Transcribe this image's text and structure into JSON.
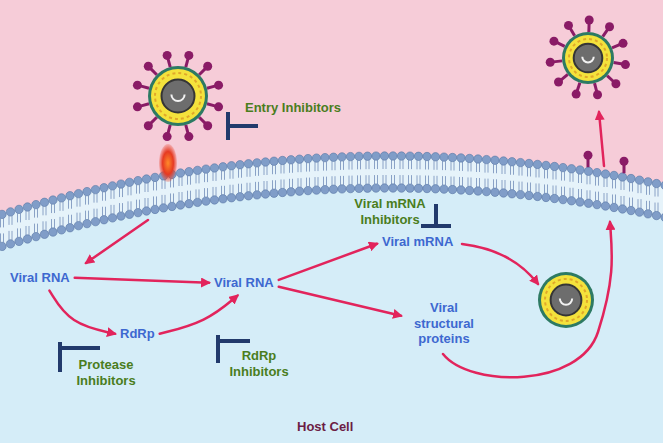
{
  "diagram": {
    "nodes": [
      {
        "text": [
          "Viral RNA"
        ]
      },
      {
        "text": [
          "Viral RNA"
        ]
      },
      {
        "text": [
          "RdRp"
        ]
      },
      {
        "text": [
          "Viral mRNA"
        ]
      },
      {
        "text": [
          "Viral structural proteins"
        ]
      }
    ],
    "edges": [
      {
        "from": 0,
        "to": 1,
        "arrow": "to"
      },
      {
        "from": 0,
        "to": 2,
        "arrow": "to"
      },
      {
        "from": 2,
        "to": 1,
        "arrow": "to"
      },
      {
        "from": 1,
        "to": 3,
        "arrow": "to"
      },
      {
        "from": 1,
        "to": 4,
        "arrow": "to"
      }
    ],
    "labels": [
      "Entry Inhibitors",
      "Viral mRNA Inhibitors",
      "Protease Inhibitors",
      "RdRp Inhibitors",
      "Host Cell"
    ]
  }
}
